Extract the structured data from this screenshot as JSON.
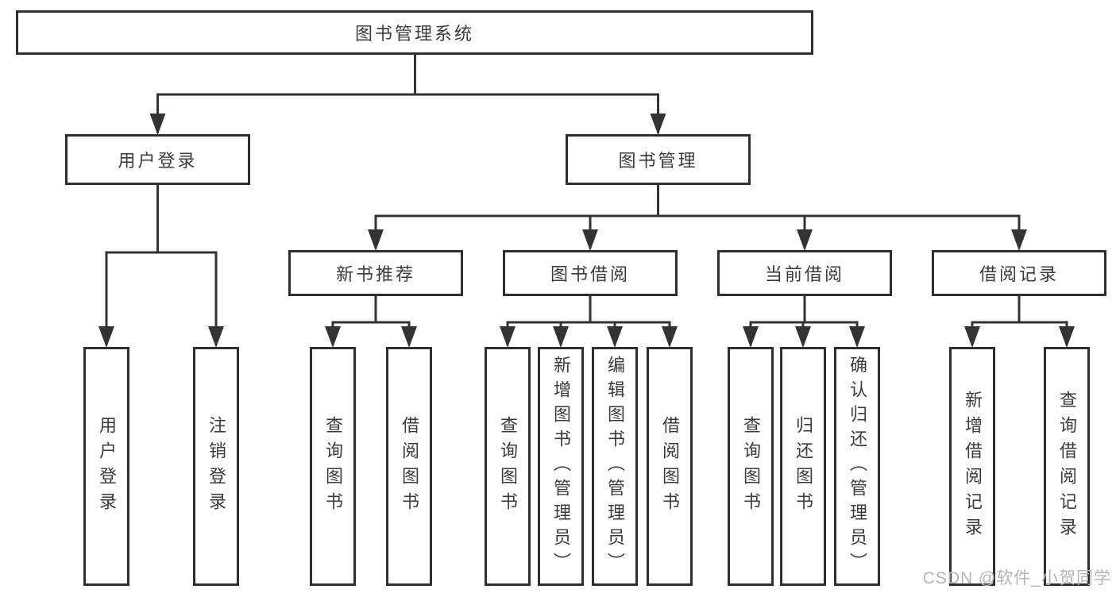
{
  "diagram": {
    "title": "图书管理系统",
    "level2": [
      {
        "label": "用户登录",
        "children": [
          {
            "label": "用户登录"
          },
          {
            "label": "注销登录"
          }
        ]
      },
      {
        "label": "图书管理",
        "children": [
          {
            "label": "新书推荐",
            "children": [
              {
                "label": "查询图书"
              },
              {
                "label": "借阅图书"
              }
            ]
          },
          {
            "label": "图书借阅",
            "children": [
              {
                "label": "查询图书"
              },
              {
                "label": "新增图书（管理员）"
              },
              {
                "label": "编辑图书（管理员）"
              },
              {
                "label": "借阅图书"
              }
            ]
          },
          {
            "label": "当前借阅",
            "children": [
              {
                "label": "查询图书"
              },
              {
                "label": "归还图书"
              },
              {
                "label": "确认归还（管理员）"
              }
            ]
          },
          {
            "label": "借阅记录",
            "children": [
              {
                "label": "新增借阅记录"
              },
              {
                "label": "查询借阅记录"
              }
            ]
          }
        ]
      }
    ]
  },
  "watermark": "CSDN @软件_小贺同学",
  "colors": {
    "line": "#333333",
    "border": "#2f2f2f",
    "text": "#3b3b3b",
    "watermark_text": "#b5b5b5",
    "background": "#ffffff"
  }
}
